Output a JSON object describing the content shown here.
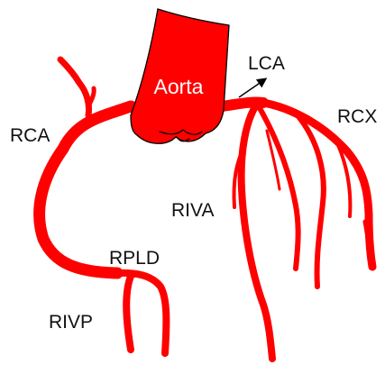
{
  "diagram": {
    "colors": {
      "vessel": "#ff0000",
      "outline": "#000000",
      "label": "#111111",
      "aorta_label": "#ffffff",
      "background": "#ffffff"
    },
    "labels": {
      "aorta": "Aorta",
      "lca": "LCA",
      "rca": "RCA",
      "rcx": "RCX",
      "riva": "RIVA",
      "rpld": "RPLD",
      "rivp": "RIVP"
    }
  }
}
